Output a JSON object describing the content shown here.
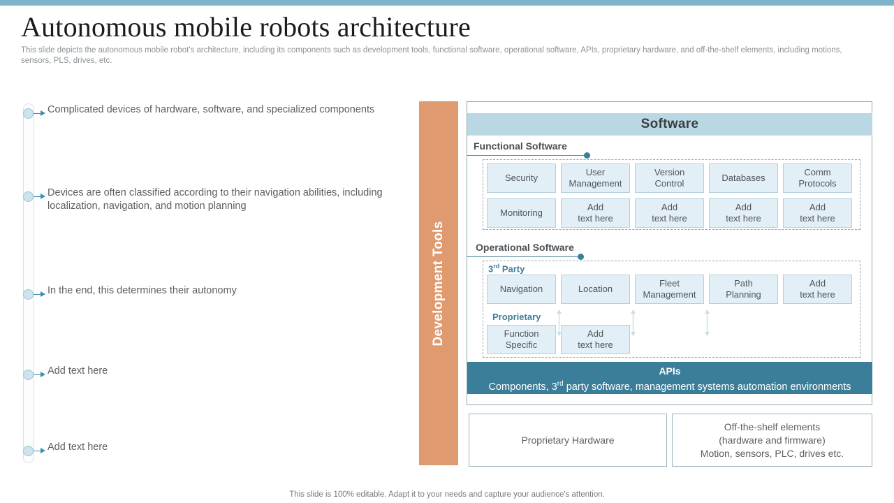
{
  "header": {
    "title": "Autonomous mobile robots architecture",
    "subtitle": "This slide depicts the autonomous mobile robot's architecture, including its components such as development tools, functional software, operational software, APIs, proprietary hardware, and off-the-shelf elements, including motions, sensors, PLS, drives, etc."
  },
  "colors": {
    "top_bar": "#7fb3c9",
    "dev_tools_bar": "#e09a70",
    "software_header": "#b9d8e4",
    "apis_bar": "#3a7e99",
    "cell_fill": "#e3eff6",
    "cell_border": "#b6cfdc",
    "accent_teal": "#3a7e99"
  },
  "timeline": {
    "items": [
      {
        "text": "Complicated devices of hardware,  software, and specialized components"
      },
      {
        "text": "Devices are often classified according to their navigation abilities, including localization, navigation, and motion planning"
      },
      {
        "text": "In the end, this determines their autonomy"
      },
      {
        "text": "Add text here"
      },
      {
        "text": "Add text here"
      }
    ]
  },
  "dev_tools": {
    "label": "Development Tools"
  },
  "software": {
    "title": "Software",
    "functional": {
      "label": "Functional Software",
      "cells": [
        "Security",
        "User\nManagement",
        "Version\nControl",
        "Databases",
        "Comm\nProtocols",
        "Monitoring",
        "Add\ntext here",
        "Add\ntext here",
        "Add\ntext here",
        "Add\ntext here"
      ]
    },
    "operational": {
      "label": "Operational Software",
      "third_party": {
        "label_prefix": "3",
        "label_sup": "rd",
        "label_suffix": " Party",
        "cells": [
          "Navigation",
          "Location",
          "Fleet\nManagement",
          "Path\nPlanning",
          "Add\ntext here"
        ]
      },
      "proprietary": {
        "label": "Proprietary",
        "cells": [
          "Function\nSpecific",
          "Add\ntext here"
        ]
      }
    }
  },
  "apis": {
    "title": "APIs",
    "desc_before": "Components, 3",
    "desc_sup": "rd",
    "desc_after": " party software, management systems automation environments"
  },
  "hardware": {
    "proprietary": "Proprietary Hardware",
    "off_the_shelf": "Off-the-shelf  elements\n(hardware and firmware)\nMotion, sensors, PLC, drives etc."
  },
  "footer": {
    "note": "This slide is 100% editable. Adapt it to your needs and capture your audience's attention."
  }
}
